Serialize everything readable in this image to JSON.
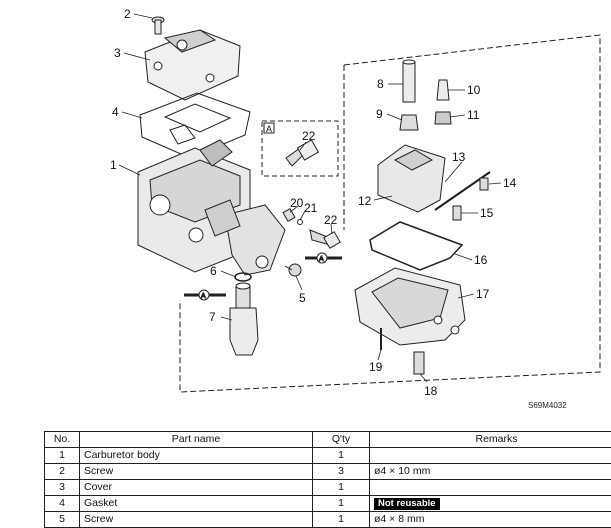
{
  "figure": {
    "code": "S69M4032",
    "inset_label": "A",
    "callouts": [
      "1",
      "2",
      "3",
      "4",
      "5",
      "6",
      "7",
      "8",
      "9",
      "10",
      "11",
      "12",
      "13",
      "14",
      "15",
      "16",
      "17",
      "18",
      "19",
      "20",
      "21",
      "22",
      "22"
    ]
  },
  "table": {
    "headers": {
      "no": "No.",
      "name": "Part name",
      "qty": "Q'ty",
      "remarks": "Remarks"
    },
    "rows": [
      {
        "no": "1",
        "name": "Carburetor body",
        "qty": "1",
        "remarks": ""
      },
      {
        "no": "2",
        "name": "Screw",
        "qty": "3",
        "remarks": "ø4 × 10 mm"
      },
      {
        "no": "3",
        "name": "Cover",
        "qty": "1",
        "remarks": ""
      },
      {
        "no": "4",
        "name": "Gasket",
        "qty": "1",
        "remarks": "Not reusable"
      },
      {
        "no": "5",
        "name": "Screw",
        "qty": "1",
        "remarks": "ø4 × 8 mm"
      }
    ]
  }
}
